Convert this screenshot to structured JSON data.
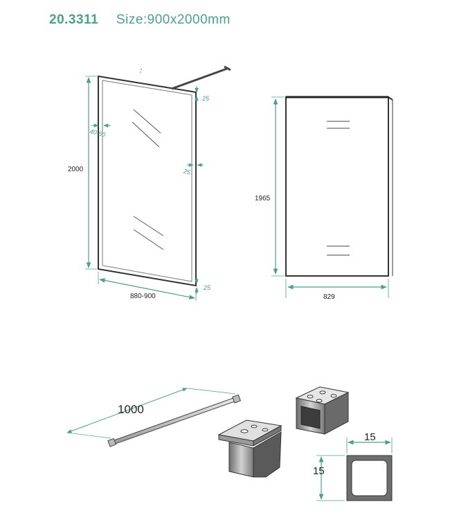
{
  "header": {
    "model": "20.3311",
    "size_label": "Size:900x2000mm"
  },
  "colors": {
    "accent": "#4aa08a",
    "line": "#2a2a2a",
    "frame": "#555555",
    "metal": "#8a8a8a"
  },
  "front_view": {
    "height_label": "2000",
    "width_label": "880-900",
    "profile_label": "40-50",
    "top_offset_label": "25",
    "side_offset_label": "25",
    "bottom_offset_label": "25"
  },
  "side_view": {
    "height_label": "1965",
    "width_label": "829"
  },
  "support_bar": {
    "length_label": "1000"
  },
  "profile_section": {
    "width_label": "15",
    "height_label": "15"
  }
}
